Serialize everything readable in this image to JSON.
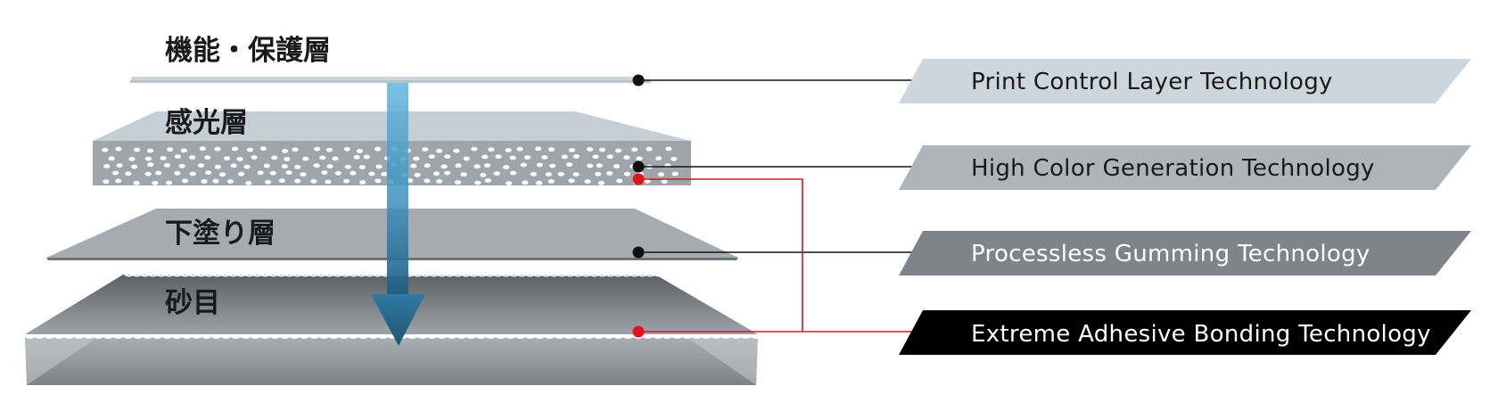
{
  "layers": [
    {
      "name": "機能・保護層"
    },
    {
      "name": "感光層"
    },
    {
      "name": "下塗り層"
    },
    {
      "name": "砂目"
    }
  ],
  "technologies": [
    {
      "label": "Print Control Layer Technology",
      "bg": "#cdd6dc",
      "fg": "#1a1a1a"
    },
    {
      "label": "High Color Generation Technology",
      "bg": "#aeb4b8",
      "fg": "#1a1a1a"
    },
    {
      "label": "Processless Gumming Technology",
      "bg": "#7e8489",
      "fg": "#ffffff"
    },
    {
      "label": "Extreme Adhesive Bonding Technology",
      "bg": "#000000",
      "fg": "#ffffff"
    }
  ],
  "colors": {
    "connector_black": "#111111",
    "connector_red": "#e0141e",
    "arrow": "#3d93c0"
  }
}
